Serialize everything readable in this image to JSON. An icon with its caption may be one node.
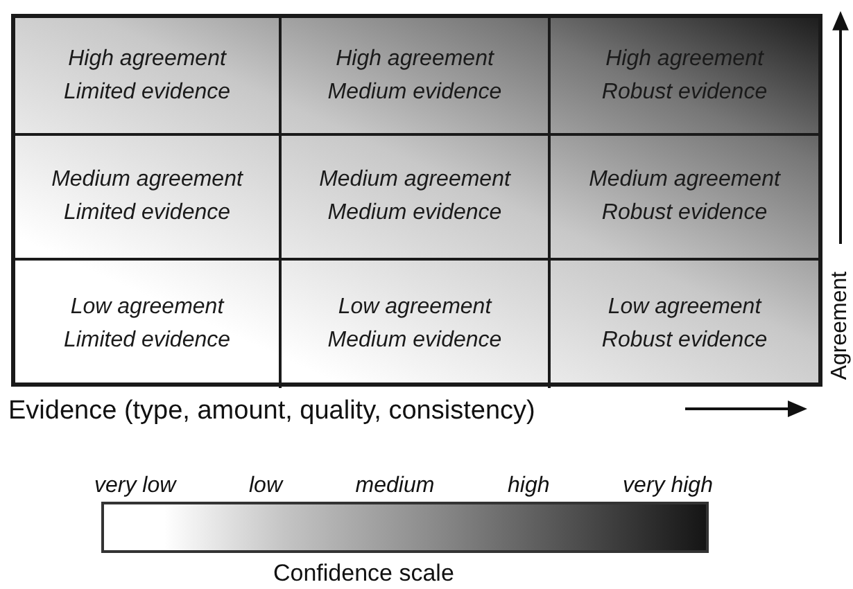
{
  "diagram": {
    "nodes": [
      {
        "text": [
          "High agreement",
          "Limited evidence"
        ]
      },
      {
        "text": [
          "High agreement",
          "Medium evidence"
        ]
      },
      {
        "text": [
          "High agreement",
          "Robust evidence"
        ]
      },
      {
        "text": [
          "Medium agreement",
          "Limited evidence"
        ]
      },
      {
        "text": [
          "Medium agreement",
          "Medium evidence"
        ]
      },
      {
        "text": [
          "Medium agreement",
          "Robust evidence"
        ]
      },
      {
        "text": [
          "Low agreement",
          "Limited evidence"
        ]
      },
      {
        "text": [
          "Low agreement",
          "Medium evidence"
        ]
      },
      {
        "text": [
          "Low agreement",
          "Robust evidence"
        ]
      },
      {
        "text": [],
        "shape": "bar"
      }
    ],
    "labels": [
      "Agreement",
      "Evidence (type, amount, quality, consistency)",
      "very low",
      "low",
      "medium",
      "high",
      "very high",
      "Confidence scale"
    ]
  }
}
